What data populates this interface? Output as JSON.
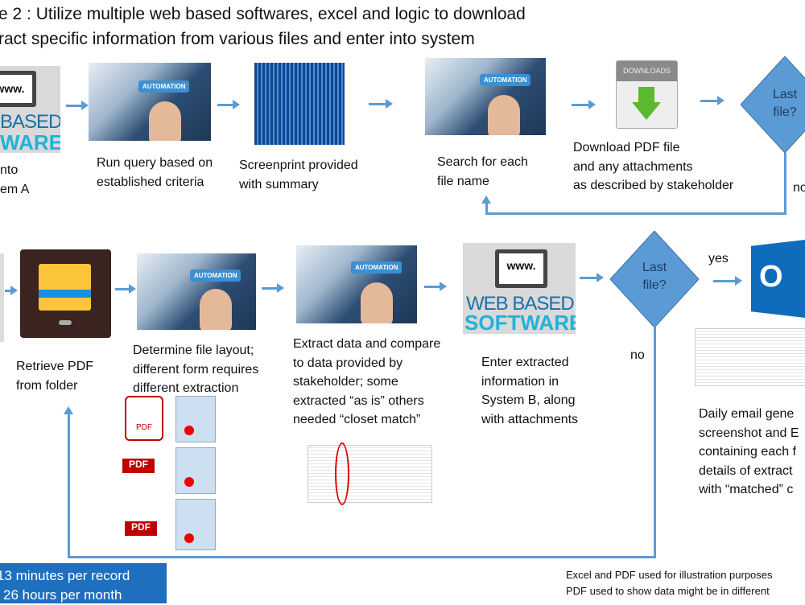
{
  "title": {
    "line1": "e 2 : Utilize multiple web based softwares, excel and logic to download",
    "line2": "ract specific information from various files and enter into system"
  },
  "row1": {
    "web_software": {
      "line1": "www.",
      "line2": "BASED",
      "line3": "WARE"
    },
    "step0_caption": [
      "nto",
      "em A"
    ],
    "automation_label": "AUTOMATION",
    "step1_caption": [
      "Run query based on",
      "established criteria"
    ],
    "step2_caption": [
      "Screenprint provided",
      "with summary"
    ],
    "step3_caption": [
      "Search for each",
      "file name"
    ],
    "downloads_label": "DOWNLOADS",
    "step4_caption": [
      "Download PDF file",
      "and any attachments",
      "as described by stakeholder"
    ],
    "decision": [
      "Last",
      "file?"
    ],
    "no_label": "no"
  },
  "row2": {
    "step1_caption": [
      "Retrieve PDF",
      "from folder"
    ],
    "step2_caption": [
      "Determine file layout;",
      "different form requires",
      "different extraction"
    ],
    "step3_caption": [
      "Extract data and compare",
      "to data provided by",
      "stakeholder; some",
      "extracted “as is” others",
      "needed “closet match”"
    ],
    "web_software": {
      "line1": "www.",
      "line2": "WEB BASED",
      "line3": "SOFTWARE"
    },
    "step4_caption": [
      "Enter extracted",
      "information in",
      "System B, along",
      "with attachments"
    ],
    "decision": [
      "Last",
      "file?"
    ],
    "yes_label": "yes",
    "no_label": "no",
    "outlook_letter": "O",
    "pdf_label": "PDF",
    "step5_caption": [
      "Daily email gene",
      "screenshot and E",
      "containing each f",
      "details of extract",
      "with “matched” c"
    ]
  },
  "metrics": [
    "13 minutes per record",
    "26 hours per month"
  ],
  "footnote": [
    "Excel and PDF used for illustration purposes",
    "PDF used to show data might be in different"
  ],
  "colors": {
    "accent": "#5b9bd5",
    "metric_box": "#1f6fbf",
    "pdf_red": "#c00000"
  }
}
